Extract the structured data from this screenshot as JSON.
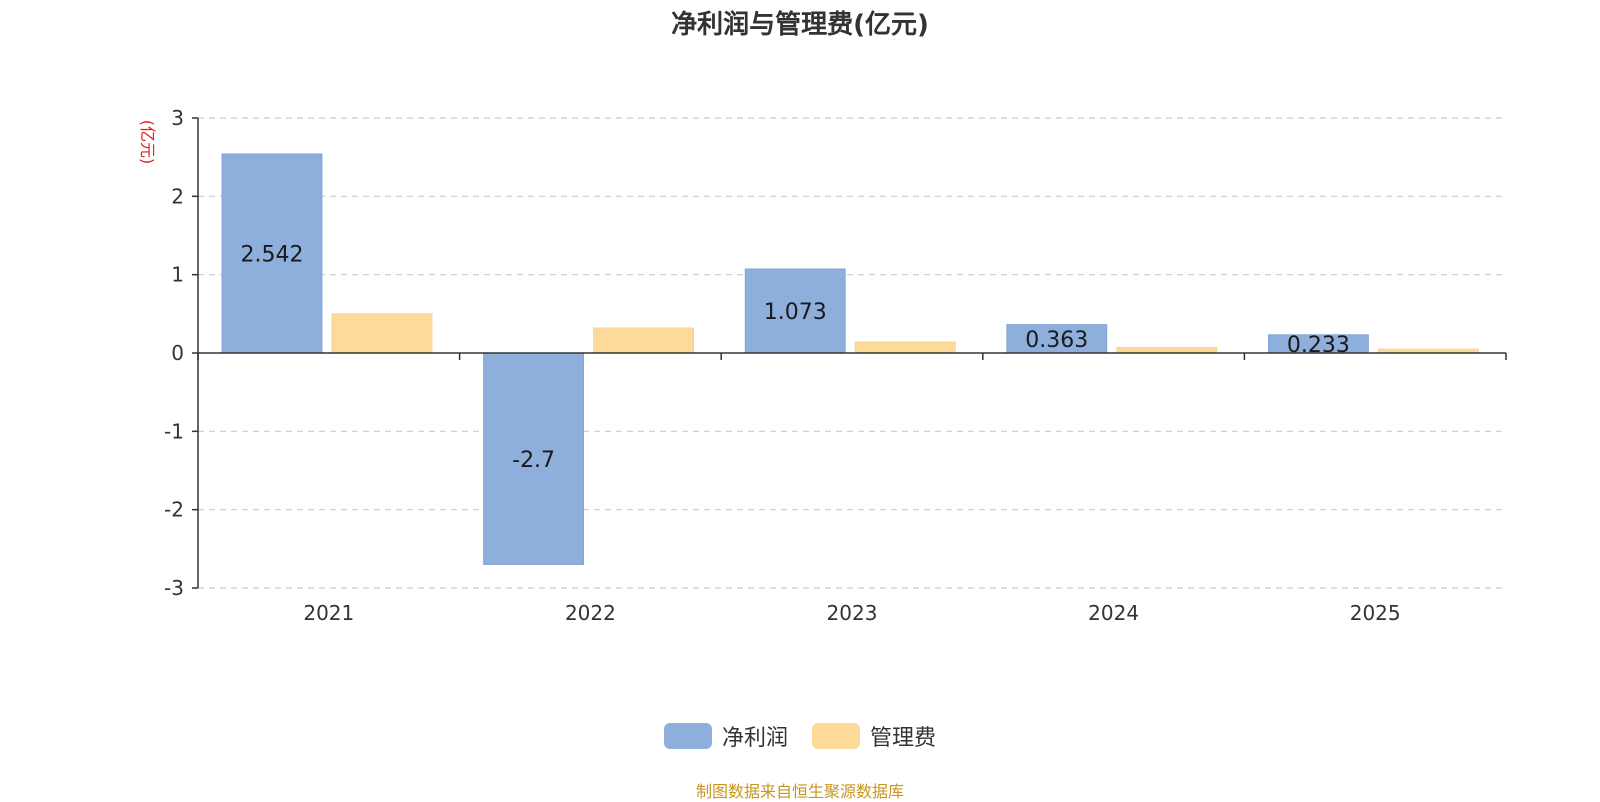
{
  "chart_data": {
    "type": "bar",
    "title": "净利润与管理费(亿元)",
    "ylabel": "(亿元)",
    "xlabel": "",
    "categories": [
      "2021",
      "2022",
      "2023",
      "2024",
      "2025"
    ],
    "series": [
      {
        "name": "净利润",
        "values": [
          2.542,
          -2.7,
          1.073,
          0.363,
          0.233
        ],
        "color": "#8eaedc",
        "labels": [
          "2.542",
          "-2.7",
          "1.073",
          "0.363",
          "0.233"
        ]
      },
      {
        "name": "管理费",
        "values": [
          0.5,
          0.32,
          0.14,
          0.07,
          0.05
        ],
        "color": "#fdd99a"
      }
    ],
    "ylim": [
      -3,
      3
    ],
    "yticks": [
      3,
      2,
      1,
      0,
      -1,
      -2,
      -3
    ],
    "grid": true,
    "legend_position": "bottom",
    "ylabel_color": "#e02020"
  },
  "source_note": "制图数据来自恒生聚源数据库"
}
